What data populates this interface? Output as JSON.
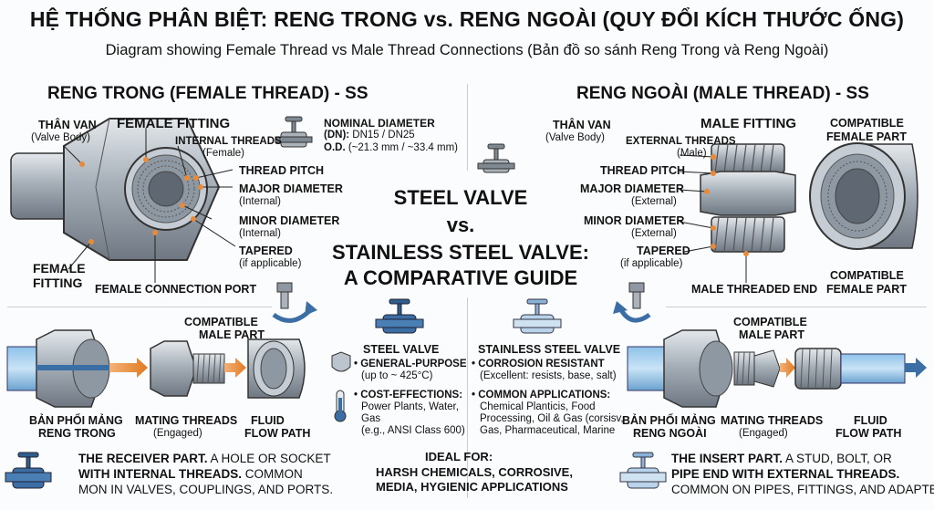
{
  "header": {
    "title": "HỆ THỐNG PHÂN BIỆT: RENG TRONG vs. RENG NGOÀI (QUY ĐỔI KÍCH THƯỚC ỐNG)",
    "subtitle": "Diagram showing Female Thread vs Male Thread Connections (Bản đồ so sánh Reng Trong và Reng Ngoài)"
  },
  "left": {
    "heading": "RENG TRONG (FEMALE THREAD) - SS",
    "valve_body": "THÂN VAN",
    "valve_body_sub": "(Valve Body)",
    "fitting_title": "FEMALE FITTING",
    "internal_threads": "INTERNAL THREADS",
    "internal_threads_sub": "(Female)",
    "thread_pitch": "THREAD PITCH",
    "major_diameter": "MAJOR DIAMETER",
    "major_sub": "(Internal)",
    "minor_diameter": "MINOR DIAMETER",
    "minor_sub": "(Internal)",
    "tapered": "TAPERED",
    "tapered_sub": "(if applicable)",
    "female_fitting_1": "FEMALE",
    "female_fitting_2": "FITTING",
    "port": "FEMALE CONNECTION PORT",
    "compatible_1": "COMPATIBLE",
    "compatible_2": "MALE PART",
    "assembly_1": "BẢN PHỐI MẢNG",
    "assembly_2": "RENG TRONG",
    "mating": "MATING THREADS",
    "mating_sub": "(Engaged)",
    "fluid_1": "FLUID",
    "fluid_2": "FLOW PATH",
    "bottom_bold_1": "THE RECEIVER PART.",
    "bottom_rest_1": " A HOLE OR SOCKET",
    "bottom_bold_2": "WITH INTERNAL THREADS.",
    "bottom_rest_2": " COMMON",
    "bottom_3": "MON IN VALVES, COUPLINGS, AND PORTS."
  },
  "center": {
    "nominal_title": "NOMINAL DIAMETER",
    "dn_label": "(DN):",
    "dn_value": " DN15 / DN25",
    "od_label": "O.D.",
    "od_value": " (~21.3 mm / ~33.4 mm)",
    "guide_1": "STEEL VALVE",
    "guide_2": "vs.",
    "guide_3": "STAINLESS STEEL VALVE:",
    "guide_4": "A COMPARATIVE GUIDE",
    "steel_title": "STEEL VALVE",
    "steel_b1": "GENERAL-PURPOSE",
    "steel_b1_sub": "(up to ~ 425°C)",
    "steel_b2": "COST-EFFECTIONS:",
    "steel_b2_sub1": "Power Plants, Water,",
    "steel_b2_sub2": "Gas",
    "steel_b2_sub3": "(e.g., ANSI Class 600)",
    "ss_title": "STAINLESS STEEL VALVE",
    "ss_b1": "CORROSION RESISTANT",
    "ss_b1_sub": "(Excellent: resists, base, salt)",
    "ss_b2": "COMMON APPLICATIONS:",
    "ss_b2_sub1": "Chemical Planticis, Food",
    "ss_b2_sub2": "Processing, Oil & Gas (corsisv,",
    "ss_b2_sub3": "Gas, Pharmaceutical, Marine",
    "ideal_1": "IDEAL FOR:",
    "ideal_2": "HARSH CHEMICALS, CORROSIVE,",
    "ideal_3": "MEDIA, HYGIENIC APPLICATIONS"
  },
  "right": {
    "heading": "RENG NGOÀI (MALE THREAD) - SS",
    "valve_body": "THÂN VAN",
    "valve_body_sub": "(Valve Body)",
    "fitting_title": "MALE FITTING",
    "external_threads": "EXTERNAL THREADS",
    "external_sub": "(Male)",
    "thread_pitch": "THREAD PITCH",
    "major_diameter": "MAJOR DIAMETER",
    "major_sub": "(External)",
    "minor_diameter": "MINOR DIAMETER",
    "minor_sub": "(External)",
    "tapered": "TAPERED",
    "tapered_sub": "(if applicable)",
    "compatible_female_1": "COMPATIBLE",
    "compatible_female_2": "FEMALE PART",
    "compatible_female_b1": "COMPATIBLE",
    "compatible_female_b2": "FEMALE PART",
    "male_end": "MALE THREADED END",
    "compatible_male_1": "COMPATIBLE",
    "compatible_male_2": "MALE PART",
    "assembly_1": "BẢN PHỐI MẢNG",
    "assembly_2": "RENG NGOÀI",
    "mating": "MATING THREADS",
    "mating_sub": "(Engaged)",
    "fluid_1": "FLUID",
    "fluid_2": "FLOW PATH",
    "bottom_bold_1": "THE INSERT PART.",
    "bottom_rest_1": " A STUD, BOLT, OR",
    "bottom_bold_2": "PIPE END WITH EXTERNAL THREADS.",
    "bottom_3": "COMMON ON PIPES, FITTINGS, AND ADAPTERS."
  },
  "colors": {
    "steel": "#9aa3ad",
    "steel_dark": "#5d6670",
    "blue": "#3a6ea5",
    "orange": "#e98a3a"
  }
}
